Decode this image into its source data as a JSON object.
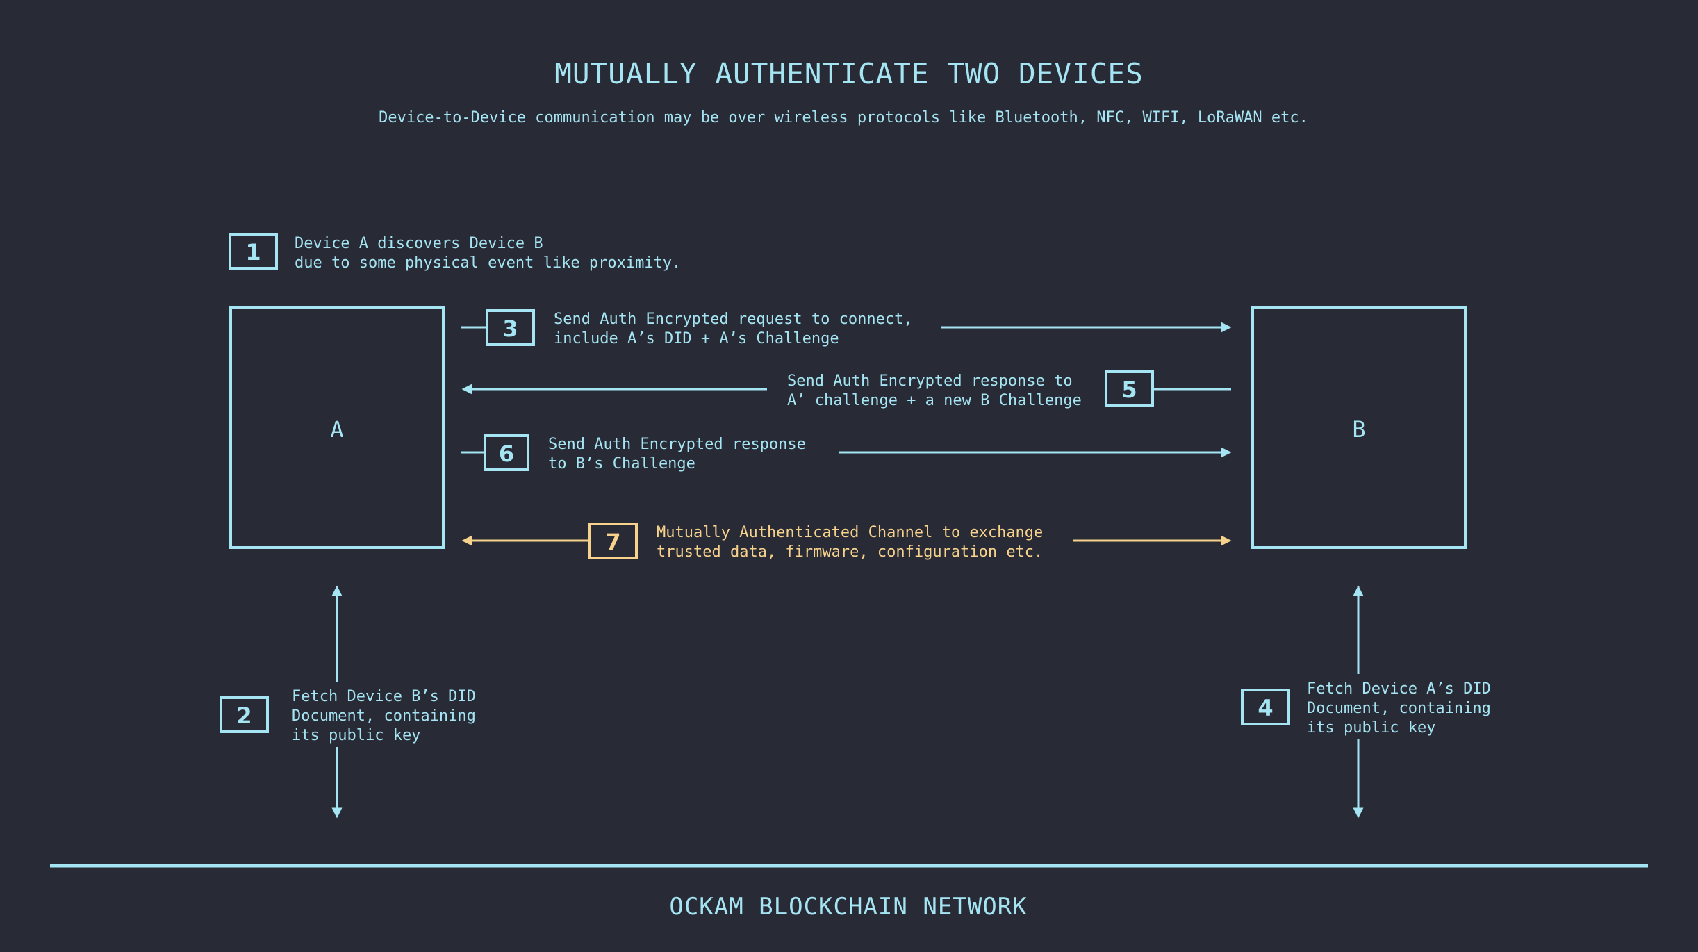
{
  "colors": {
    "background": "#282b36",
    "cyan": "#a5e4f2",
    "gold": "#f7d28c"
  },
  "title": "MUTUALLY AUTHENTICATE TWO DEVICES",
  "subtitle": "Device-to-Device communication may be over wireless protocols like Bluetooth, NFC, WIFI, LoRaWAN etc.",
  "devices": {
    "a": {
      "label": "A"
    },
    "b": {
      "label": "B"
    }
  },
  "steps": {
    "s1": {
      "number": "1",
      "lines": [
        "Device A discovers Device B",
        "due to some physical event like proximity."
      ]
    },
    "s2": {
      "number": "2",
      "lines": [
        "Fetch Device B’s DID",
        "Document, containing",
        "its public key"
      ]
    },
    "s3": {
      "number": "3",
      "lines": [
        "Send Auth Encrypted request to connect,",
        "include A’s DID + A’s Challenge"
      ]
    },
    "s4": {
      "number": "4",
      "lines": [
        "Fetch Device A’s DID",
        "Document, containing",
        "its public key"
      ]
    },
    "s5": {
      "number": "5",
      "lines": [
        "Send Auth Encrypted response to",
        "A’ challenge + a new B Challenge"
      ]
    },
    "s6": {
      "number": "6",
      "lines": [
        "Send Auth Encrypted response",
        "to B’s Challenge"
      ]
    },
    "s7": {
      "number": "7",
      "lines": [
        "Mutually Authenticated Channel to exchange",
        "trusted data, firmware, configuration etc."
      ]
    }
  },
  "footer": "OCKAM BLOCKCHAIN NETWORK"
}
